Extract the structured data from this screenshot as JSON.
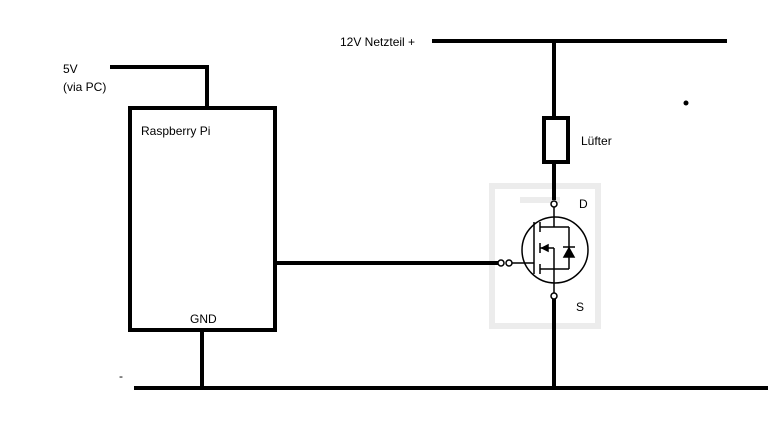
{
  "labels": {
    "supply_12v": "12V Netzteil +",
    "supply_5v_line1": "5V",
    "supply_5v_line2": "(via PC)",
    "raspberry_pi": "Raspberry Pi",
    "gnd": "GND",
    "fan": "Lüfter",
    "drain": "D",
    "source": "S",
    "minus": "-"
  },
  "colors": {
    "wire": "#000000",
    "background": "#ffffff",
    "mosfet_watermark": "#e8e8e8"
  }
}
